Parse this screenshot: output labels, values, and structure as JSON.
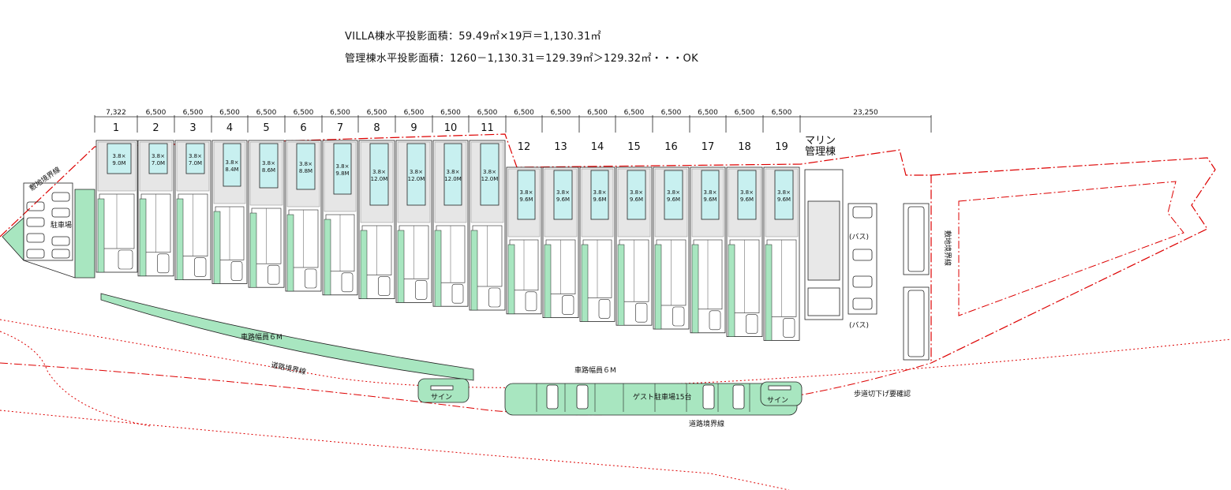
{
  "header": {
    "line1": "VILLA棟水平投影面積：59.49㎡×19戸＝1,130.31㎡",
    "line2": "管理棟水平投影面積：1260－1,130.31＝129.39㎡＞129.32㎡・・・OK"
  },
  "dimensions": [
    "7,322",
    "6,500",
    "6,500",
    "6,500",
    "6,500",
    "6,500",
    "6,500",
    "6,500",
    "6,500",
    "6,500",
    "6,500",
    "6,500",
    "6,500",
    "6,500",
    "6,500",
    "6,500",
    "6,500",
    "6,500",
    "6,500",
    "23,250"
  ],
  "units": [
    {
      "no": "1",
      "size_w": "3.8×",
      "size_l": "9.0M"
    },
    {
      "no": "2",
      "size_w": "3.8×",
      "size_l": "7.0M"
    },
    {
      "no": "3",
      "size_w": "3.8×",
      "size_l": "7.0M"
    },
    {
      "no": "4",
      "size_w": "3.8×",
      "size_l": "8.4M"
    },
    {
      "no": "5",
      "size_w": "3.8×",
      "size_l": "8.6M"
    },
    {
      "no": "6",
      "size_w": "3.8×",
      "size_l": "8.8M"
    },
    {
      "no": "7",
      "size_w": "3.8×",
      "size_l": "9.8M"
    },
    {
      "no": "8",
      "size_w": "3.8×",
      "size_l": "12.0M"
    },
    {
      "no": "9",
      "size_w": "3.8×",
      "size_l": "12.0M"
    },
    {
      "no": "10",
      "size_w": "3.8×",
      "size_l": "12.0M"
    },
    {
      "no": "11",
      "size_w": "3.8×",
      "size_l": "12.0M"
    },
    {
      "no": "12",
      "size_w": "3.8×",
      "size_l": "9.6M"
    },
    {
      "no": "13",
      "size_w": "3.8×",
      "size_l": "9.6M"
    },
    {
      "no": "14",
      "size_w": "3.8×",
      "size_l": "9.6M"
    },
    {
      "no": "15",
      "size_w": "3.8×",
      "size_l": "9.6M"
    },
    {
      "no": "16",
      "size_w": "3.8×",
      "size_l": "9.6M"
    },
    {
      "no": "17",
      "size_w": "3.8×",
      "size_l": "9.6M"
    },
    {
      "no": "18",
      "size_w": "3.8×",
      "size_l": "9.6M"
    },
    {
      "no": "19",
      "size_w": "3.8×",
      "size_l": "9.6M"
    }
  ],
  "labels": {
    "marine_line1": "マリン",
    "marine_line2": "管理棟",
    "site_boundary_left": "敷地境界線",
    "site_boundary_right": "敷地境界線",
    "parking": "駐車場",
    "bus_upper": "(バス)",
    "bus_lower": "(バス)",
    "road_width_left": "車路幅員６M",
    "road_width_center": "車路幅員６M",
    "road_boundary_left": "道路境界線",
    "road_boundary_bottom": "道路境界線",
    "sign_left": "サイン",
    "sign_right": "サイン",
    "guest_parking": "ゲスト駐車場15台",
    "sidewalk_note": "歩道切下げ要確認"
  },
  "colors": {
    "pool": "#c8f0f0",
    "green": "#a8e6c0",
    "boundary": "#dd0000",
    "line": "#222222"
  }
}
